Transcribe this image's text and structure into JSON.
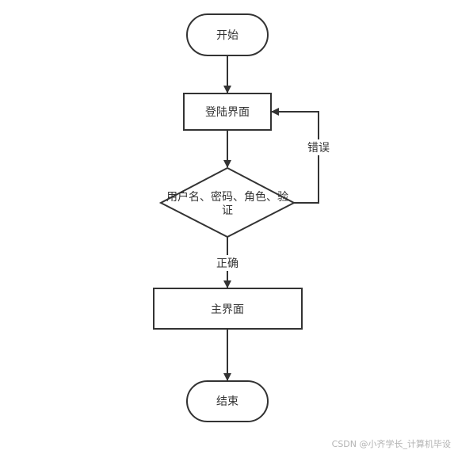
{
  "nodes": {
    "start": {
      "label": "开始"
    },
    "login": {
      "label": "登陆界面"
    },
    "verify": {
      "line1": "用户名、密码、角色、验",
      "line2": "证"
    },
    "main": {
      "label": "主界面"
    },
    "end": {
      "label": "结束"
    }
  },
  "edges": {
    "error_label": "错误",
    "correct_label": "正确"
  },
  "watermark": "CSDN @小齐学长_计算机毕设",
  "colors": {
    "stroke": "#333333",
    "background": "#ffffff",
    "text": "#333333"
  }
}
